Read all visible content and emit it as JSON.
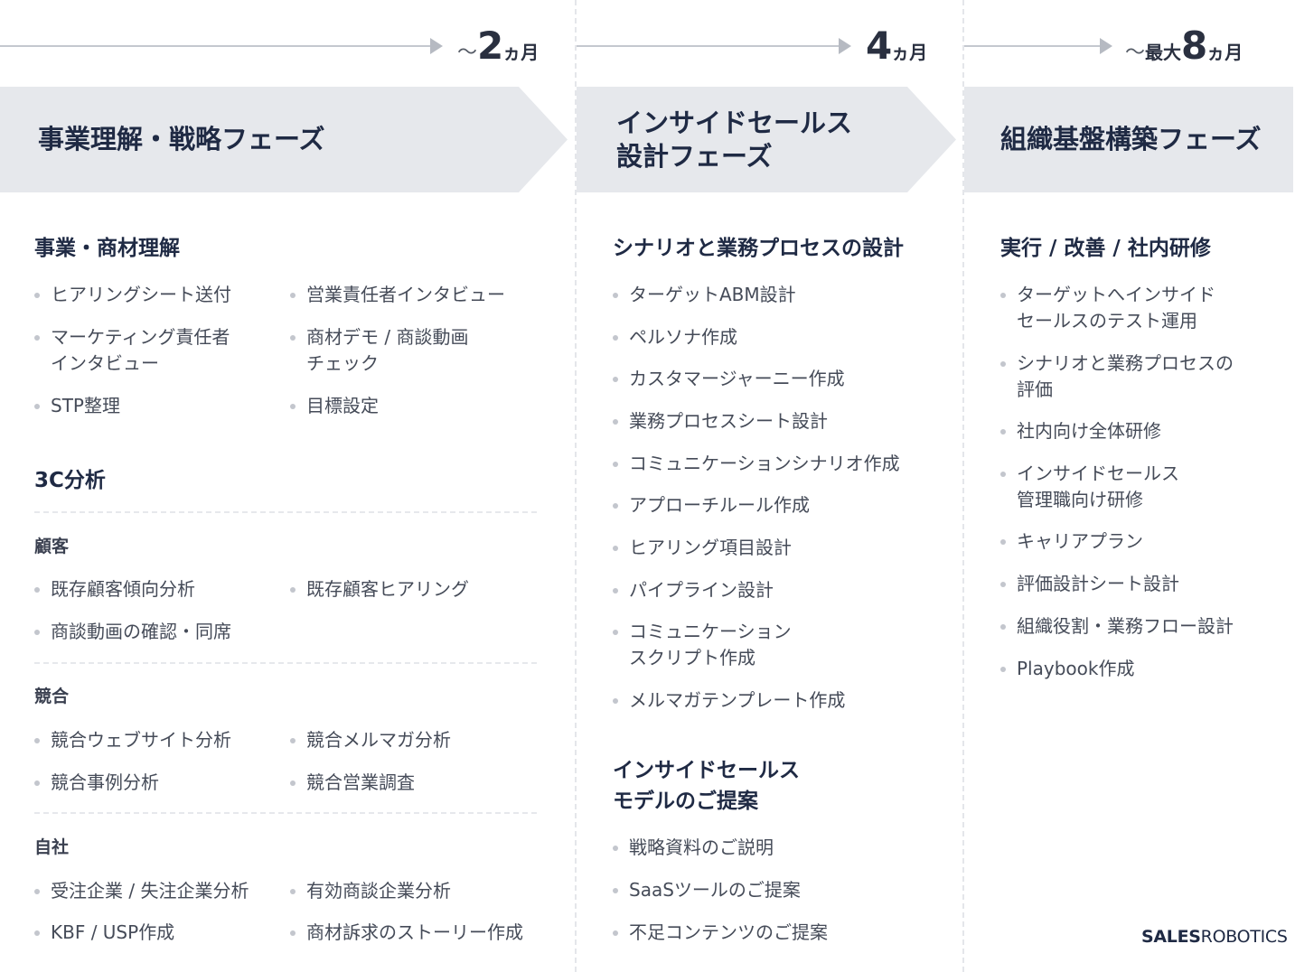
{
  "phases": [
    {
      "duration": {
        "tilde": "～",
        "prefix": "",
        "number": "2",
        "unit": "ヵ月"
      },
      "title": "事業理解・戦略フェーズ"
    },
    {
      "duration": {
        "tilde": "",
        "prefix": "",
        "number": "4",
        "unit": "ヵ月"
      },
      "title": "インサイドセールス\n設計フェーズ"
    },
    {
      "duration": {
        "tilde": "～",
        "prefix": "最大",
        "number": "8",
        "unit": "ヵ月"
      },
      "title": "組織基盤構築フェーズ"
    }
  ],
  "col1": {
    "section1": {
      "title": "事業・商材理解",
      "items": [
        "ヒアリングシート送付",
        "営業責任者インタビュー",
        "マーケティング責任者\nインタビュー",
        "商材デモ / 商談動画\nチェック",
        "STP整理",
        "目標設定"
      ]
    },
    "section2": {
      "title": "3C分析",
      "customer": {
        "title": "顧客",
        "items": [
          "既存顧客傾向分析",
          "既存顧客ヒアリング",
          "商談動画の確認・同席"
        ]
      },
      "competitor": {
        "title": "競合",
        "items": [
          "競合ウェブサイト分析",
          "競合メルマガ分析",
          "競合事例分析",
          "競合営業調査"
        ]
      },
      "company": {
        "title": "自社",
        "items": [
          "受注企業 / 失注企業分析",
          "有効商談企業分析",
          "KBF / USP作成",
          "商材訴求のストーリー作成"
        ]
      }
    }
  },
  "col2": {
    "section1": {
      "title": "シナリオと業務プロセスの設計",
      "items": [
        "ターゲットABM設計",
        "ペルソナ作成",
        "カスタマージャーニー作成",
        "業務プロセスシート設計",
        "コミュニケーションシナリオ作成",
        "アプローチルール作成",
        "ヒアリング項目設計",
        "パイプライン設計",
        "コミュニケーション\nスクリプト作成",
        "メルマガテンプレート作成"
      ]
    },
    "section2": {
      "title": "インサイドセールス\nモデルのご提案",
      "items": [
        "戦略資料のご説明",
        "SaaSツールのご提案",
        "不足コンテンツのご提案"
      ]
    }
  },
  "col3": {
    "section1": {
      "title": "実行 / 改善 / 社内研修",
      "items": [
        "ターゲットへインサイド\nセールスのテスト運用",
        "シナリオと業務プロセスの\n評価",
        "社内向け全体研修",
        "インサイドセールス\n管理職向け研修",
        "キャリアプラン",
        "評価設計シート設計",
        "組織役割・業務フロー設計",
        "Playbook作成"
      ]
    }
  },
  "logo": {
    "part1": "SALES",
    "part2": "ROBOTICS"
  },
  "colors": {
    "banner": "#e6e8ec",
    "text": "#1f2a44",
    "bullet": "#c3c6cd"
  }
}
